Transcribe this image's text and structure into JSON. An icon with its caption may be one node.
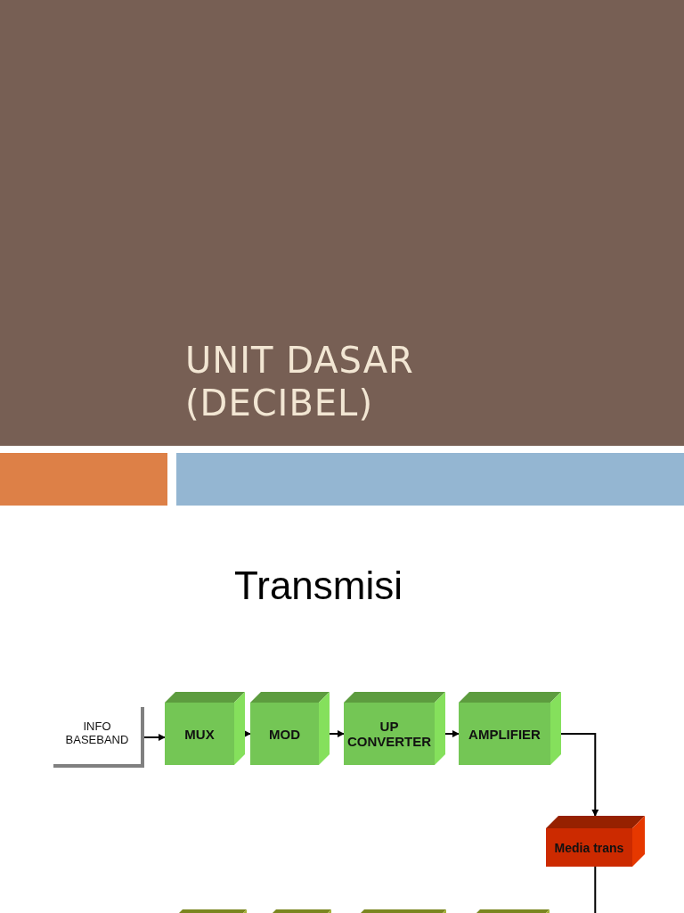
{
  "diagram": {
    "title": "UNIT DASAR (DECIBEL)",
    "nodes": [
      {
        "text": [
          "INFO BASEBAND"
        ]
      },
      {
        "text": [
          "MUX"
        ]
      },
      {
        "text": [
          "MOD"
        ]
      },
      {
        "text": [
          "UP CONVERTER"
        ]
      },
      {
        "text": [
          "AMPLIFIER"
        ]
      },
      {
        "text": [
          "Media trans"
        ]
      },
      {
        "text": [],
        "shape": "box"
      },
      {
        "text": [],
        "shape": "box"
      },
      {
        "text": [],
        "shape": "box"
      },
      {
        "text": [],
        "shape": "box"
      }
    ],
    "edges": [
      {
        "from": 0,
        "to": 1,
        "arrow": "to"
      },
      {
        "from": 1,
        "to": 2,
        "arrow": "to"
      },
      {
        "from": 2,
        "to": 3,
        "arrow": "to"
      },
      {
        "from": 3,
        "to": 4,
        "arrow": "to"
      },
      {
        "from": 4,
        "to": 5,
        "arrow": "to"
      },
      {
        "from": 5,
        "to": null,
        "arrow": "none"
      }
    ],
    "labels": [
      "Transmisi"
    ]
  }
}
